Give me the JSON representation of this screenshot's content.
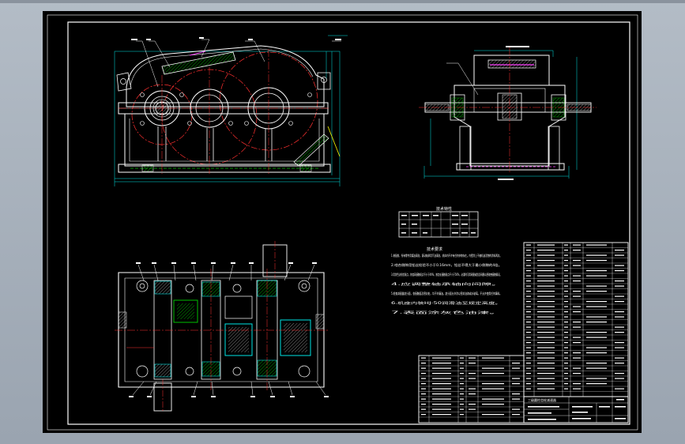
{
  "drawing": {
    "parameter_table_title": "技术特性",
    "technical_requirements_title": "技术要求",
    "notes": [
      "1.装配前，所有零件用煤油清洗，滚动轴承用汽油清洗，机体内不许有任何杂物存在。内壁涂上不被机油浸蚀的涂料两次。",
      "2.啮合侧隙用铅丝检验不小于0.16mm，铅丝不得大于最小侧隙的4倍。",
      "3.用涂色法检验斑点，按齿高接触斑点不小于40%，按齿长接触斑点不小于50%，必要时可用研磨或刮后研磨以便改善接触情况。",
      "4.应调整轴承轴向间隙。",
      "5.检查减速器剖分面，各接触面及密封处，均不许漏油。剖分面允许涂以密封油漆或水玻璃，不允许使用任何填料。",
      "6.机座内装HJ-50润滑油至规定高度。",
      "7.表面涂灰色油漆。"
    ],
    "title_block_name": "三级圆柱齿轮减速器"
  },
  "colors": {
    "sheet": "#000000",
    "frame": "#ffffff",
    "outline": "#ffffff",
    "center_line": "#ff3030",
    "dimension": "#00e5e5",
    "hatch": "#00c000",
    "magenta": "#ff40ff",
    "yellow": "#e8e800"
  }
}
